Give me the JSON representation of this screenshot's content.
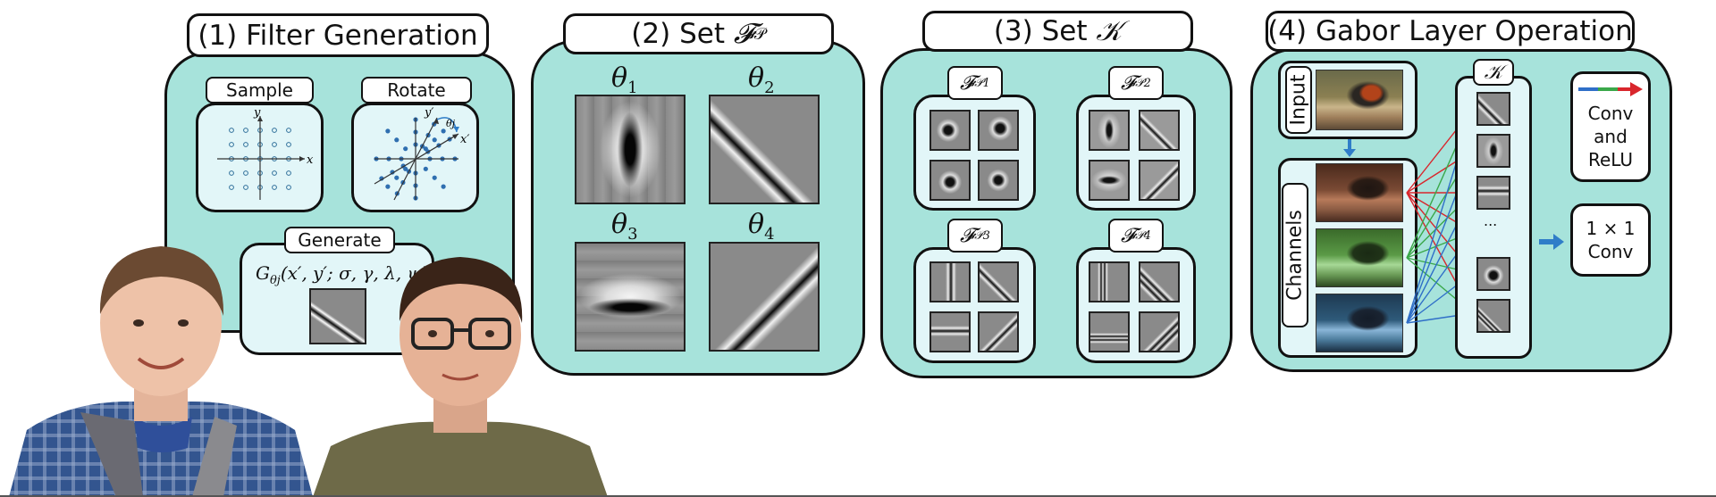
{
  "panels": {
    "p1": {
      "title": "(1) Filter Generation",
      "sample_label": "Sample",
      "rotate_label": "Rotate",
      "generate_label": "Generate",
      "axis_x": "x",
      "axis_y": "y",
      "axis_xp": "x′",
      "axis_yp": "y′",
      "theta_j": "θj",
      "formula_main": "G",
      "formula_sub": "θj",
      "formula_args": "(x′, y′; σ, γ, λ, ψ)"
    },
    "p2": {
      "title_prefix": "(2) Set ",
      "title_sym": "𝓕",
      "title_sub": "𝒫",
      "theta_sym": "θ",
      "thetas": [
        "1",
        "2",
        "3",
        "4"
      ]
    },
    "p3": {
      "title_prefix": "(3) Set ",
      "title_sym": "𝒦",
      "sub_sym": "𝓕",
      "sub_p": "𝒫",
      "subsets": [
        "1",
        "2",
        "3",
        "4"
      ]
    },
    "p4": {
      "title": "(4) Gabor Layer Operation",
      "input_label": "Input",
      "channels_label": "Channels",
      "k_label": "𝒦",
      "ellipsis": "...",
      "conv_relu": [
        "Conv",
        "and",
        "ReLU"
      ],
      "conv1x1": [
        "1 × 1",
        "Conv"
      ]
    }
  },
  "colors": {
    "panel_fill": "#a7e3db",
    "box_fill": "#e2f6f8",
    "arrow_blue": "#2f7dc8",
    "line_red": "#d9262c",
    "line_green": "#3aa84a",
    "line_blue": "#2f6fc8"
  }
}
